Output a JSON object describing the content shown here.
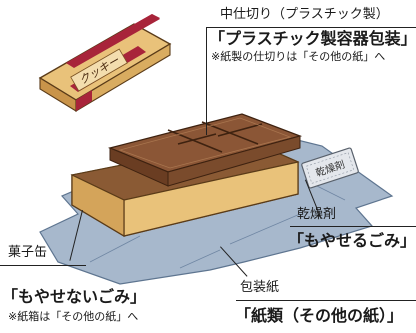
{
  "labels": {
    "divider": {
      "name": "中仕切り（プラスチック製）",
      "category": "「プラスチック製容器包装」",
      "note": "※紙製の仕切りは「その他の紙」へ"
    },
    "desiccant": {
      "name": "乾燥剤",
      "category": "「もやせるごみ」"
    },
    "tin": {
      "name": "菓子缶",
      "category": "「もやせないごみ」",
      "note": "※紙箱は「その他の紙」へ"
    },
    "wrapping": {
      "name": "包装紙",
      "category": "「紙類（その他の紙）」"
    }
  },
  "illustration": {
    "lid_text": "クッキー",
    "packet_text": "乾燥剤"
  },
  "colors": {
    "tin_gold": "#e9c27a",
    "tin_stripe": "#a8243a",
    "tray_brown": "#7a4b2c",
    "paper_blue": "#a7b8cc"
  }
}
